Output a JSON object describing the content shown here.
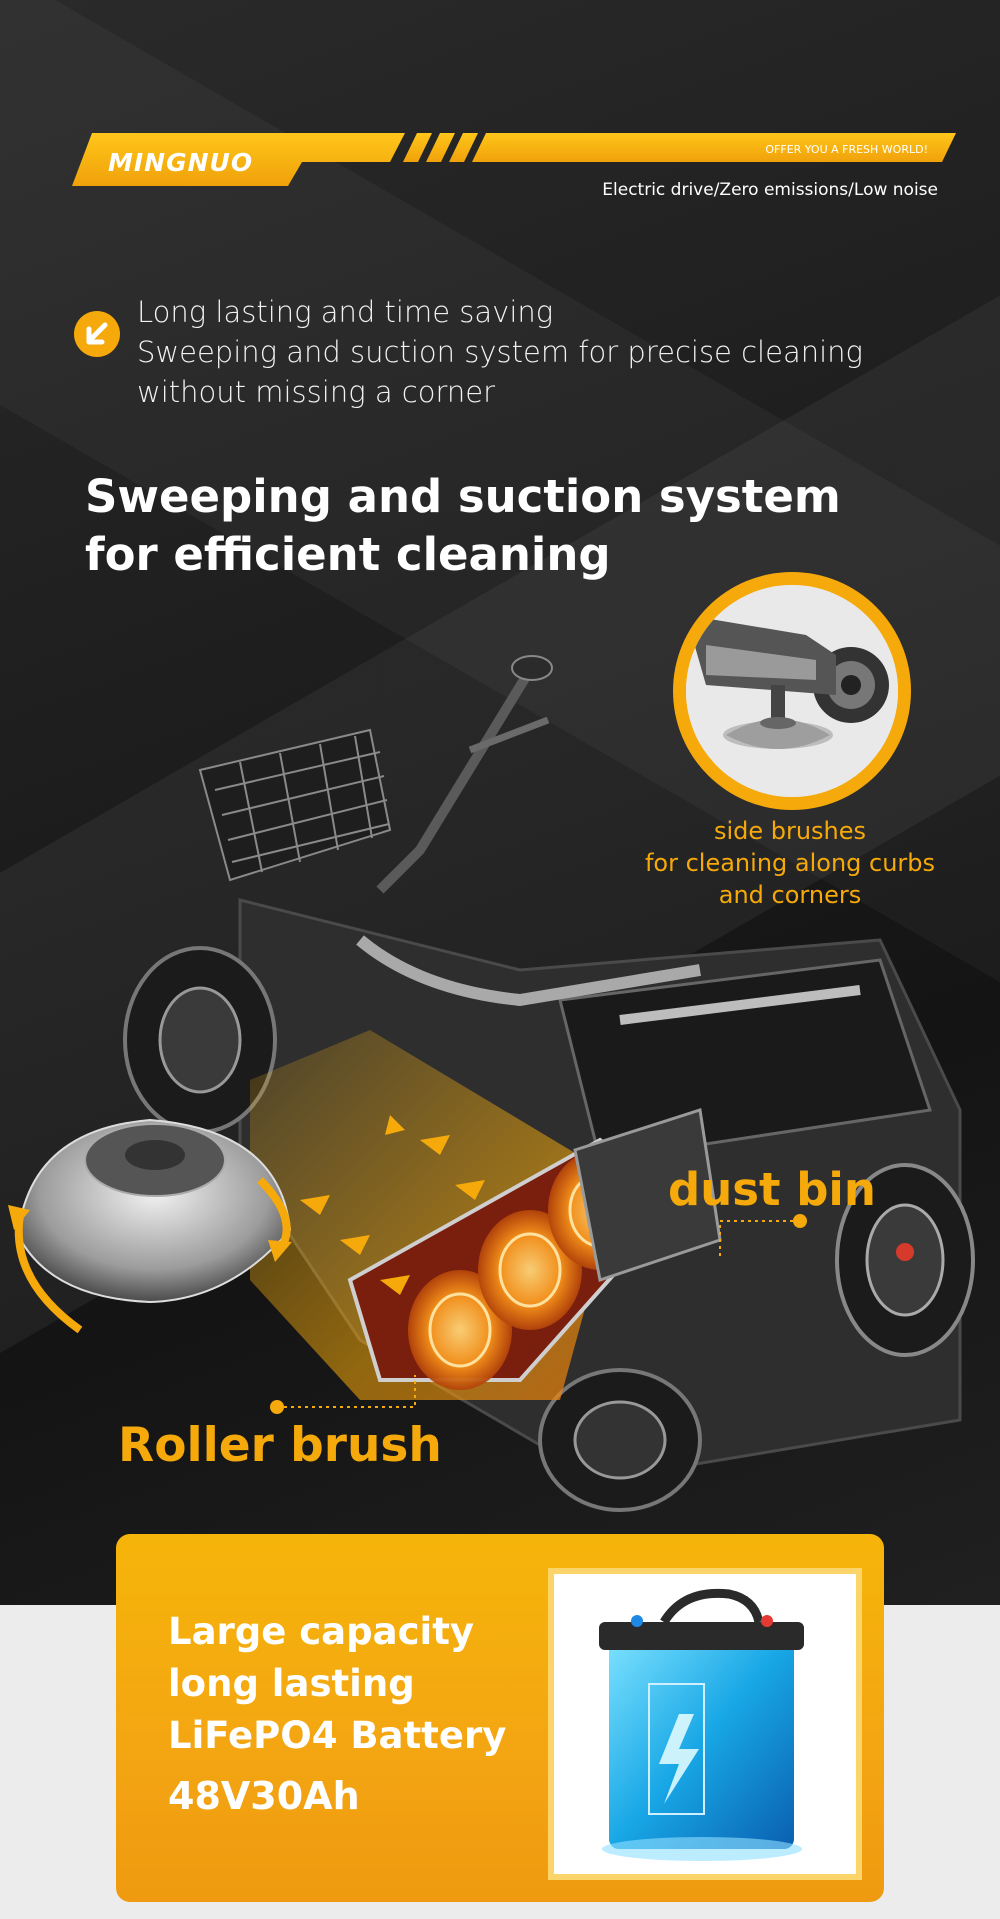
{
  "brand": {
    "logo_text": "MINGNUO",
    "tagline": "OFFER YOU A FRESH WORLD!",
    "features": "Electric drive/Zero emissions/Low noise"
  },
  "intro": {
    "icon": "arrow-down-left-icon",
    "lines": [
      "Long lasting and time saving",
      "Sweeping and suction system for precise cleaning",
      "without missing a corner"
    ]
  },
  "headline": {
    "lines": [
      "Sweeping and suction system",
      "for efficient cleaning"
    ]
  },
  "side_brush": {
    "caption_lines": [
      "side brushes",
      "for cleaning along curbs",
      "and corners"
    ]
  },
  "labels": {
    "dust_bin": "dust bin",
    "roller_brush": "Roller brush"
  },
  "battery": {
    "lines": [
      "Large capacity",
      "long lasting",
      "LiFePO4 Battery"
    ],
    "spec": "48V30Ah"
  },
  "colors": {
    "accent": "#f5a90a",
    "dark_bg": "#1c1c1c",
    "light_bg": "#ececec",
    "text": "#ffffff"
  }
}
